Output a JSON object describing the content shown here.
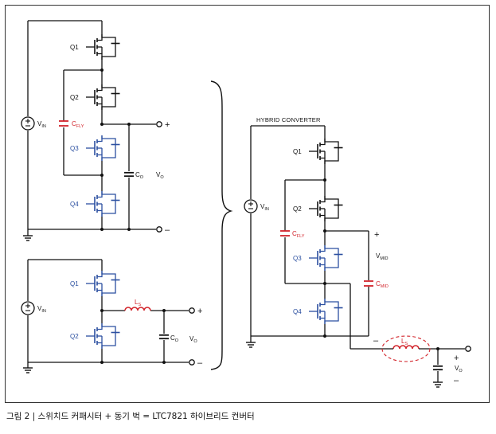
{
  "figure": {
    "caption": "그림 2 | 스위치드 커패시터 + 동기 벅 = LTC7821 하이브리드 컨버터"
  },
  "top_left": {
    "q1": "Q1",
    "q2": "Q2",
    "q3": "Q3",
    "q4": "Q4",
    "vin": "V",
    "vin_sub": "IN",
    "cfly": "C",
    "cfly_sub": "FLY",
    "co": "C",
    "co_sub": "O",
    "vo": "V",
    "vo_sub": "O",
    "plus": "+",
    "minus": "–"
  },
  "bottom_left": {
    "q1": "Q1",
    "q2": "Q2",
    "vin": "V",
    "vin_sub": "IN",
    "ls": "L",
    "ls_sub": "S",
    "co": "C",
    "co_sub": "O",
    "vo": "V",
    "vo_sub": "O",
    "plus": "+",
    "minus": "–"
  },
  "right": {
    "title": "HYBRID CONVERTER",
    "q1": "Q1",
    "q2": "Q2",
    "q3": "Q3",
    "q4": "Q4",
    "vin": "V",
    "vin_sub": "IN",
    "cfly": "C",
    "cfly_sub": "FLY",
    "vmid": "V",
    "vmid_sub": "MID",
    "cmid": "C",
    "cmid_sub": "MID",
    "ls": "L",
    "ls_sub": "S",
    "vo": "V",
    "vo_sub": "O",
    "plus_mid": "+",
    "minus_mid": "–",
    "plus_out": "+",
    "minus_out": "–"
  },
  "colors": {
    "wire": "#111111",
    "blue": "#2b4fa0",
    "red": "#d2232a"
  }
}
